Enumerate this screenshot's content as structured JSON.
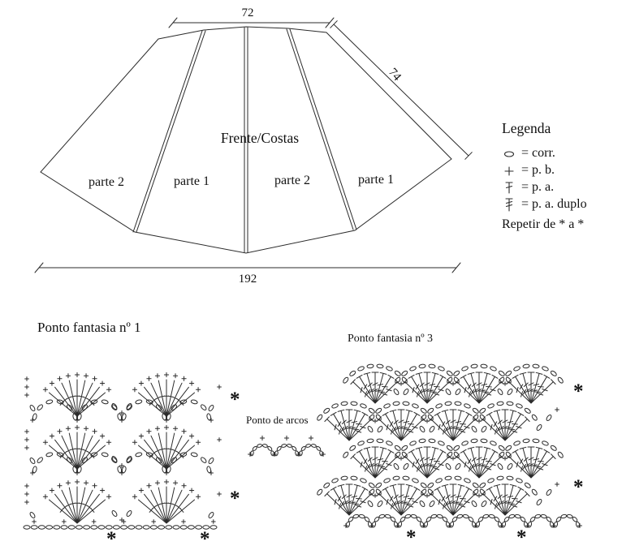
{
  "schematic": {
    "title": "Frente/Costas",
    "panels": [
      {
        "label": "parte 2"
      },
      {
        "label": "parte 1"
      },
      {
        "label": "parte 2"
      },
      {
        "label": "parte 1"
      }
    ],
    "measurements": {
      "top_width": "72",
      "side_length": "74",
      "bottom_width": "192"
    }
  },
  "legend": {
    "title": "Legenda",
    "items": [
      {
        "icon": "chain-symbol",
        "label": "= corr."
      },
      {
        "icon": "single-crochet-symbol",
        "label": "= p. b."
      },
      {
        "icon": "double-crochet-symbol",
        "label": "= p. a."
      },
      {
        "icon": "treble-crochet-symbol",
        "label": "= p. a. duplo"
      }
    ],
    "note": "Repetir de * a *"
  },
  "charts": {
    "fantasia1": {
      "title": "Ponto fantasia nº 1"
    },
    "arcos": {
      "title": "Ponto de arcos"
    },
    "fantasia3": {
      "title": "Ponto fantasia nº 3"
    },
    "repeat_marker": "*"
  }
}
